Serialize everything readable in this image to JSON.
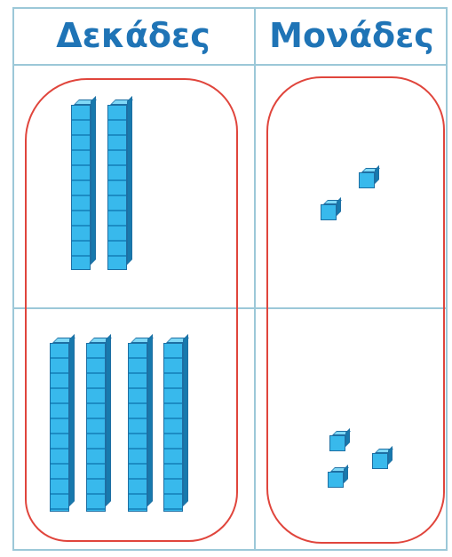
{
  "table": {
    "headers": {
      "tens": "Δεκάδες",
      "units": "Μονάδες"
    }
  },
  "content": {
    "rows": [
      {
        "tens_rods": 2,
        "unit_cubes": 2
      },
      {
        "tens_rods": 4,
        "unit_cubes": 3
      }
    ]
  },
  "colors": {
    "header_text": "#1f74b6",
    "grid": "#9cc8d8",
    "grouping_outline": "#e0453c",
    "block_face": "#38b9ec",
    "block_edge": "#1e6fa3"
  }
}
